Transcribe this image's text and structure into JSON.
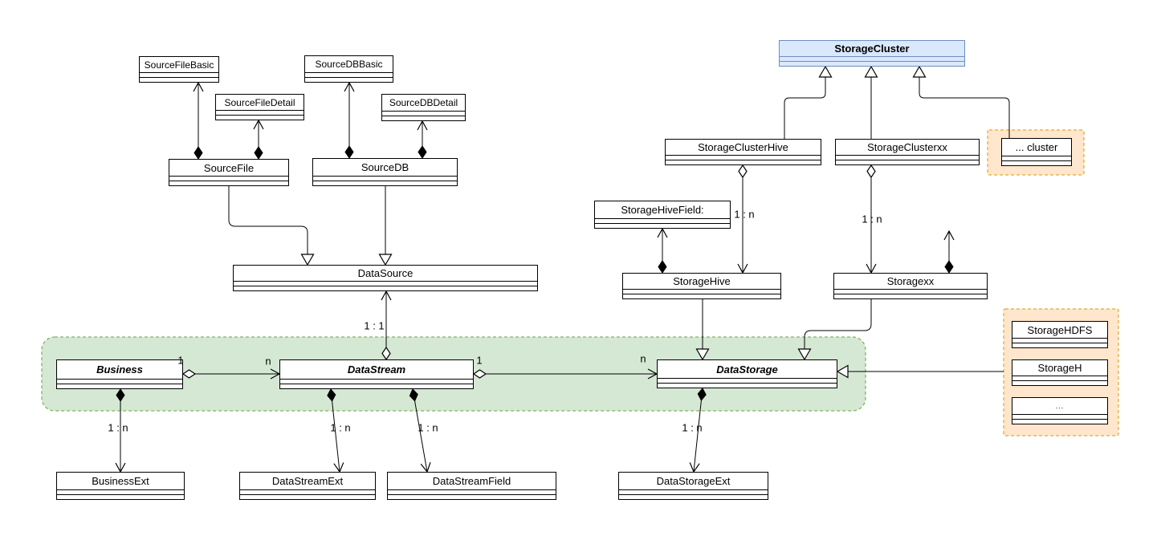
{
  "diagram_type": "uml-class-diagram",
  "classes": {
    "sourceFileBasic": "SourceFileBasic",
    "sourceFileDetail": "SourceFileDetail",
    "sourceDBBasic": "SourceDBBasic",
    "sourceDBDetail": "SourceDBDetail",
    "sourceFile": "SourceFile",
    "sourceDB": "SourceDB",
    "dataSource": "DataSource",
    "storageCluster": "StorageCluster",
    "storageClusterHive": "StorageClusterHive",
    "storageClusterXX": "StorageClusterxx",
    "clusterEtc": "... cluster",
    "storageHiveField": "StorageHiveField:",
    "storageHive": "StorageHive",
    "storageXX": "Storagexx",
    "business": "Business",
    "dataStream": "DataStream",
    "dataStorage": "DataStorage",
    "storageHDFS": "StorageHDFS",
    "storageH": "StorageH",
    "storageEtc": "...",
    "businessExt": "BusinessExt",
    "dataStreamExt": "DataStreamExt",
    "dataStreamField": "DataStreamField",
    "dataStorageExt": "DataStorageExt"
  },
  "edge_labels": {
    "dataStream_dataSource": "1 : 1",
    "business_source_mult": "1",
    "business_target_mult": "n",
    "dataStream_source_mult": "1",
    "dataStream_target_mult": "n",
    "clusterHive_storageHive": "1 : n",
    "clusterXX_storageXX": "1 : n",
    "business_businessExt": "1 : n",
    "dataStream_dataStreamExt": "1 : n",
    "dataStream_dataStreamField": "1 : n",
    "dataStorage_dataStorageExt": "1 : n"
  },
  "colors": {
    "class_fill": "#ffffff",
    "class_border": "#000000",
    "cluster_fill": "#dae8fc",
    "cluster_border": "#6c8ebf",
    "green_group_fill": "#d5e8d4",
    "green_group_border": "#82b366",
    "yellow_group_fill": "#ffe6cc",
    "yellow_group_border": "#d79b00"
  }
}
